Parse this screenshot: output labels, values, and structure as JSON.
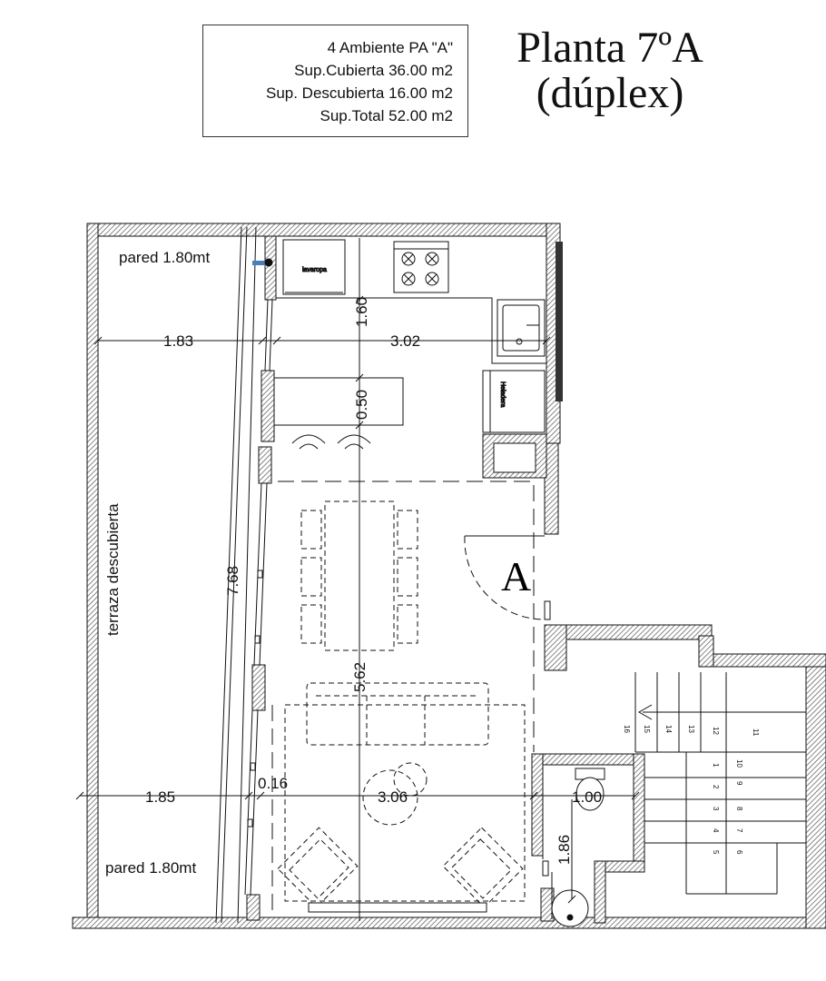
{
  "infobox": {
    "line1": "4  Ambiente PA \"A\"",
    "line2": "Sup.Cubierta 36.00 m2",
    "line3": "Sup. Descubierta 16.00 m2",
    "line4": "Sup.Total  52.00 m2"
  },
  "title": {
    "line1": "Planta 7ºA",
    "line2": "(dúplex)"
  },
  "labels": {
    "wall_top": "pared 1.80mt",
    "wall_bottom": "pared 1.80mt",
    "terrace": "terraza descubierta",
    "unit": "A",
    "washer": "lavaropa",
    "fridge": "Heladera"
  },
  "dimensions": {
    "d183": "1.83",
    "d302": "3.02",
    "d160": "1.60",
    "d050": "0.50",
    "d768": "7.68",
    "d562": "5.62",
    "d185": "1.85",
    "d016": "0.16",
    "d306": "3.06",
    "d100": "1.00",
    "d186": "1.86"
  },
  "stairs": {
    "upper": [
      "16",
      "15",
      "14",
      "13",
      "12",
      "11"
    ],
    "left_col": [
      "1",
      "2",
      "3",
      "4",
      "5"
    ],
    "right_col": [
      "10",
      "9",
      "8",
      "7",
      "6"
    ]
  },
  "colors": {
    "line": "#111111",
    "hatch": "#555555",
    "paper": "#ffffff"
  }
}
